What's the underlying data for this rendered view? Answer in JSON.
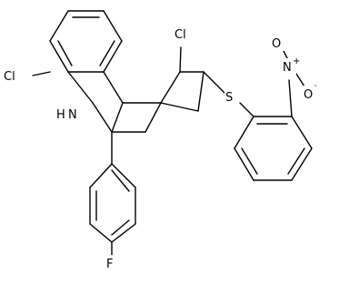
{
  "atoms": {
    "cl_top": "Cl",
    "cl_left": "Cl",
    "nh": "N",
    "nh_h": "H",
    "s": "S",
    "n_nitro": "N",
    "n_plus": "+",
    "o_upper": "O",
    "o_minus": "-",
    "o_lower": "O",
    "f": "F"
  }
}
